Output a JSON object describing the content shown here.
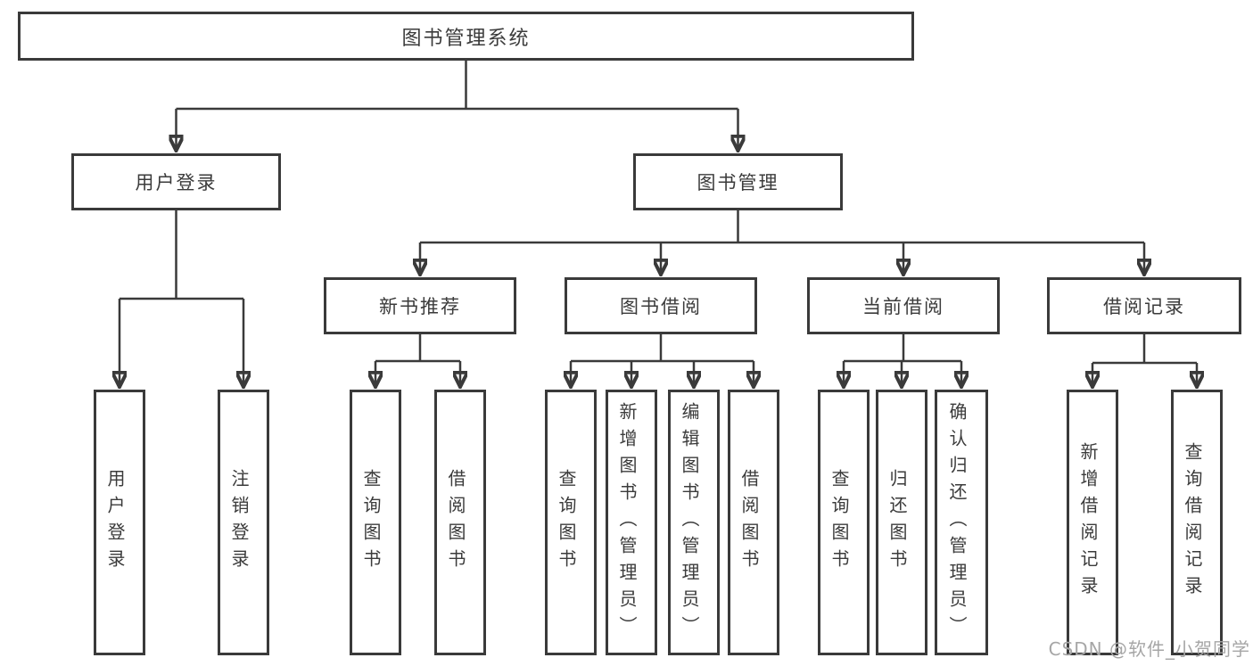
{
  "diagram": {
    "type": "hierarchy-tree",
    "root": {
      "label": "图书管理系统"
    },
    "branches": [
      {
        "label": "用户登录",
        "children": [
          {
            "label": "用户登录"
          },
          {
            "label": "注销登录"
          }
        ]
      },
      {
        "label": "图书管理",
        "children": [
          {
            "label": "新书推荐",
            "children": [
              {
                "label": "查询图书"
              },
              {
                "label": "借阅图书"
              }
            ]
          },
          {
            "label": "图书借阅",
            "children": [
              {
                "label": "查询图书"
              },
              {
                "label": "新增图书（管理员）"
              },
              {
                "label": "编辑图书（管理员）"
              },
              {
                "label": "借阅图书"
              }
            ]
          },
          {
            "label": "当前借阅",
            "children": [
              {
                "label": "查询图书"
              },
              {
                "label": "归还图书"
              },
              {
                "label": "确认归还（管理员）"
              }
            ]
          },
          {
            "label": "借阅记录",
            "children": [
              {
                "label": "新增借阅记录"
              },
              {
                "label": "查询借阅记录"
              }
            ]
          }
        ]
      }
    ]
  },
  "watermark": {
    "text": "CSDN @软件_小贺同学"
  },
  "colors": {
    "line": "#3a3a3a",
    "text": "#3b3b3b",
    "watermark": "#a6a6a6",
    "background": "#ffffff"
  }
}
